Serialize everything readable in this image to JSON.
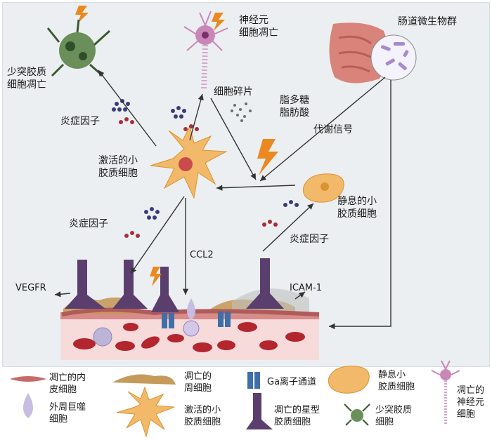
{
  "labels": {
    "oligo_apoptosis": "少突胶质\n细胞凋亡",
    "neuron_apoptosis": "神经元\n细胞凋亡",
    "gut_microbiota": "肠道微生物群",
    "cell_debris": "细胞碎片",
    "lps_fa": "脂多糖\n脂肪酸",
    "metabolic_signal": "代谢信号",
    "inflammatory_top": "炎症因子",
    "activated_microglia": "激活的小\n胶质细胞",
    "resting_microglia": "静息的小\n胶质细胞",
    "inflammatory_mid_left": "炎症因子",
    "inflammatory_mid_right": "炎症因子",
    "ccl2": "CCL2",
    "vegfr": "VEGFR",
    "icam1": "ICAM-1"
  },
  "legend": [
    {
      "label": "凋亡的内\n皮细胞",
      "icon": "endothelial-cell-icon"
    },
    {
      "label": "凋亡的\n周细胞",
      "icon": "pericyte-icon"
    },
    {
      "label": "Ga离子通道",
      "icon": "ion-channel-icon"
    },
    {
      "label": "静息小\n胶质细胞",
      "icon": "resting-microglia-icon"
    },
    {
      "label": "凋亡的\n神经元\n细胞",
      "icon": "neuron-icon"
    },
    {
      "label": "外周巨噬\n细胞",
      "icon": "macrophage-icon"
    },
    {
      "label": "激活的小\n胶质细胞",
      "icon": "activated-microglia-icon"
    },
    {
      "label": "凋亡的星型\n胶质细胞",
      "icon": "astrocyte-icon"
    },
    {
      "label": "少突胶质\n细胞",
      "icon": "oligodendrocyte-icon"
    }
  ],
  "colors": {
    "background": "#eceff1",
    "microglia": "#f3b96a",
    "astrocyte": "#5a3f6e",
    "endothelium": "#c86a6a",
    "rbc": "#b3262e",
    "channel": "#3f6fa8",
    "oligo": "#6a8f5a",
    "neuron": "#c987b8",
    "bolt": "#e9891f"
  }
}
